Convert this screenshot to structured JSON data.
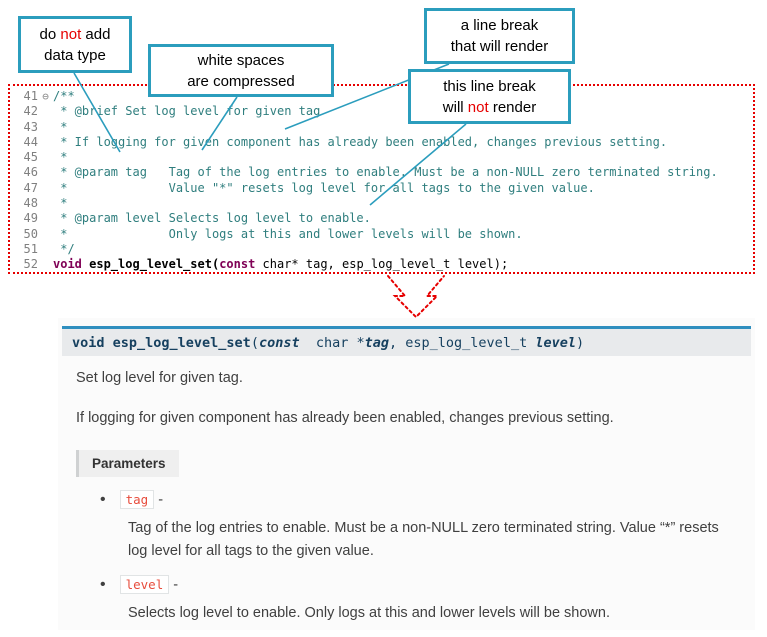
{
  "callouts": {
    "no_datatype": {
      "l1a": "do ",
      "l1b": "not",
      "l1c": " add",
      "l2": "data type"
    },
    "whitespace": {
      "l1": "white spaces",
      "l2": "are  compressed"
    },
    "break_render": {
      "l1": "a line break",
      "l2": "that will render"
    },
    "break_norender": {
      "l1": "this line break",
      "l2a": "will ",
      "l2b": "not",
      "l2c": " render"
    }
  },
  "code": {
    "lines": [
      {
        "num": "41",
        "fold": "⊖",
        "text": "/**"
      },
      {
        "num": "42",
        "text": " * @brief Set log level for given tag"
      },
      {
        "num": "43",
        "text": " *"
      },
      {
        "num": "44",
        "text": " * If logging for given component has already been enabled, changes previous setting."
      },
      {
        "num": "45",
        "text": " *"
      },
      {
        "num": "46",
        "text": " * @param tag   Tag of the log entries to enable. Must be a non-NULL zero terminated string."
      },
      {
        "num": "47",
        "text": " *              Value \"*\" resets log level for all tags to the given value."
      },
      {
        "num": "48",
        "text": " *"
      },
      {
        "num": "49",
        "text": " * @param level Selects log level to enable."
      },
      {
        "num": "50",
        "text": " *              Only logs at this and lower levels will be shown."
      },
      {
        "num": "51",
        "text": " */"
      },
      {
        "num": "52"
      }
    ],
    "line52": {
      "kw1": "void",
      "name": " esp_log_level_set(",
      "kw2": "const",
      "rest": " char* tag, esp_log_level_t level);"
    }
  },
  "doc": {
    "signature": {
      "kw_void": "void ",
      "name": "esp_log_level_set",
      "open": "(",
      "kw_const": "const",
      "type1": "  char *",
      "arg1": "tag",
      "comma": ", ",
      "type2": "esp_log_level_t ",
      "arg2": "level",
      "close": ")"
    },
    "p1": "Set log level for given tag.",
    "p2": "If logging for given component has already been enabled, changes previous setting.",
    "params_label": "Parameters",
    "params": [
      {
        "name": "tag",
        "dash": "-",
        "desc": "Tag of the log entries to enable. Must be a non-NULL zero terminated string. Value “*” resets log level for all tags to the given value."
      },
      {
        "name": "level",
        "dash": "-",
        "desc": "Selects log level to enable. Only logs at this and lower levels will be shown."
      }
    ]
  }
}
